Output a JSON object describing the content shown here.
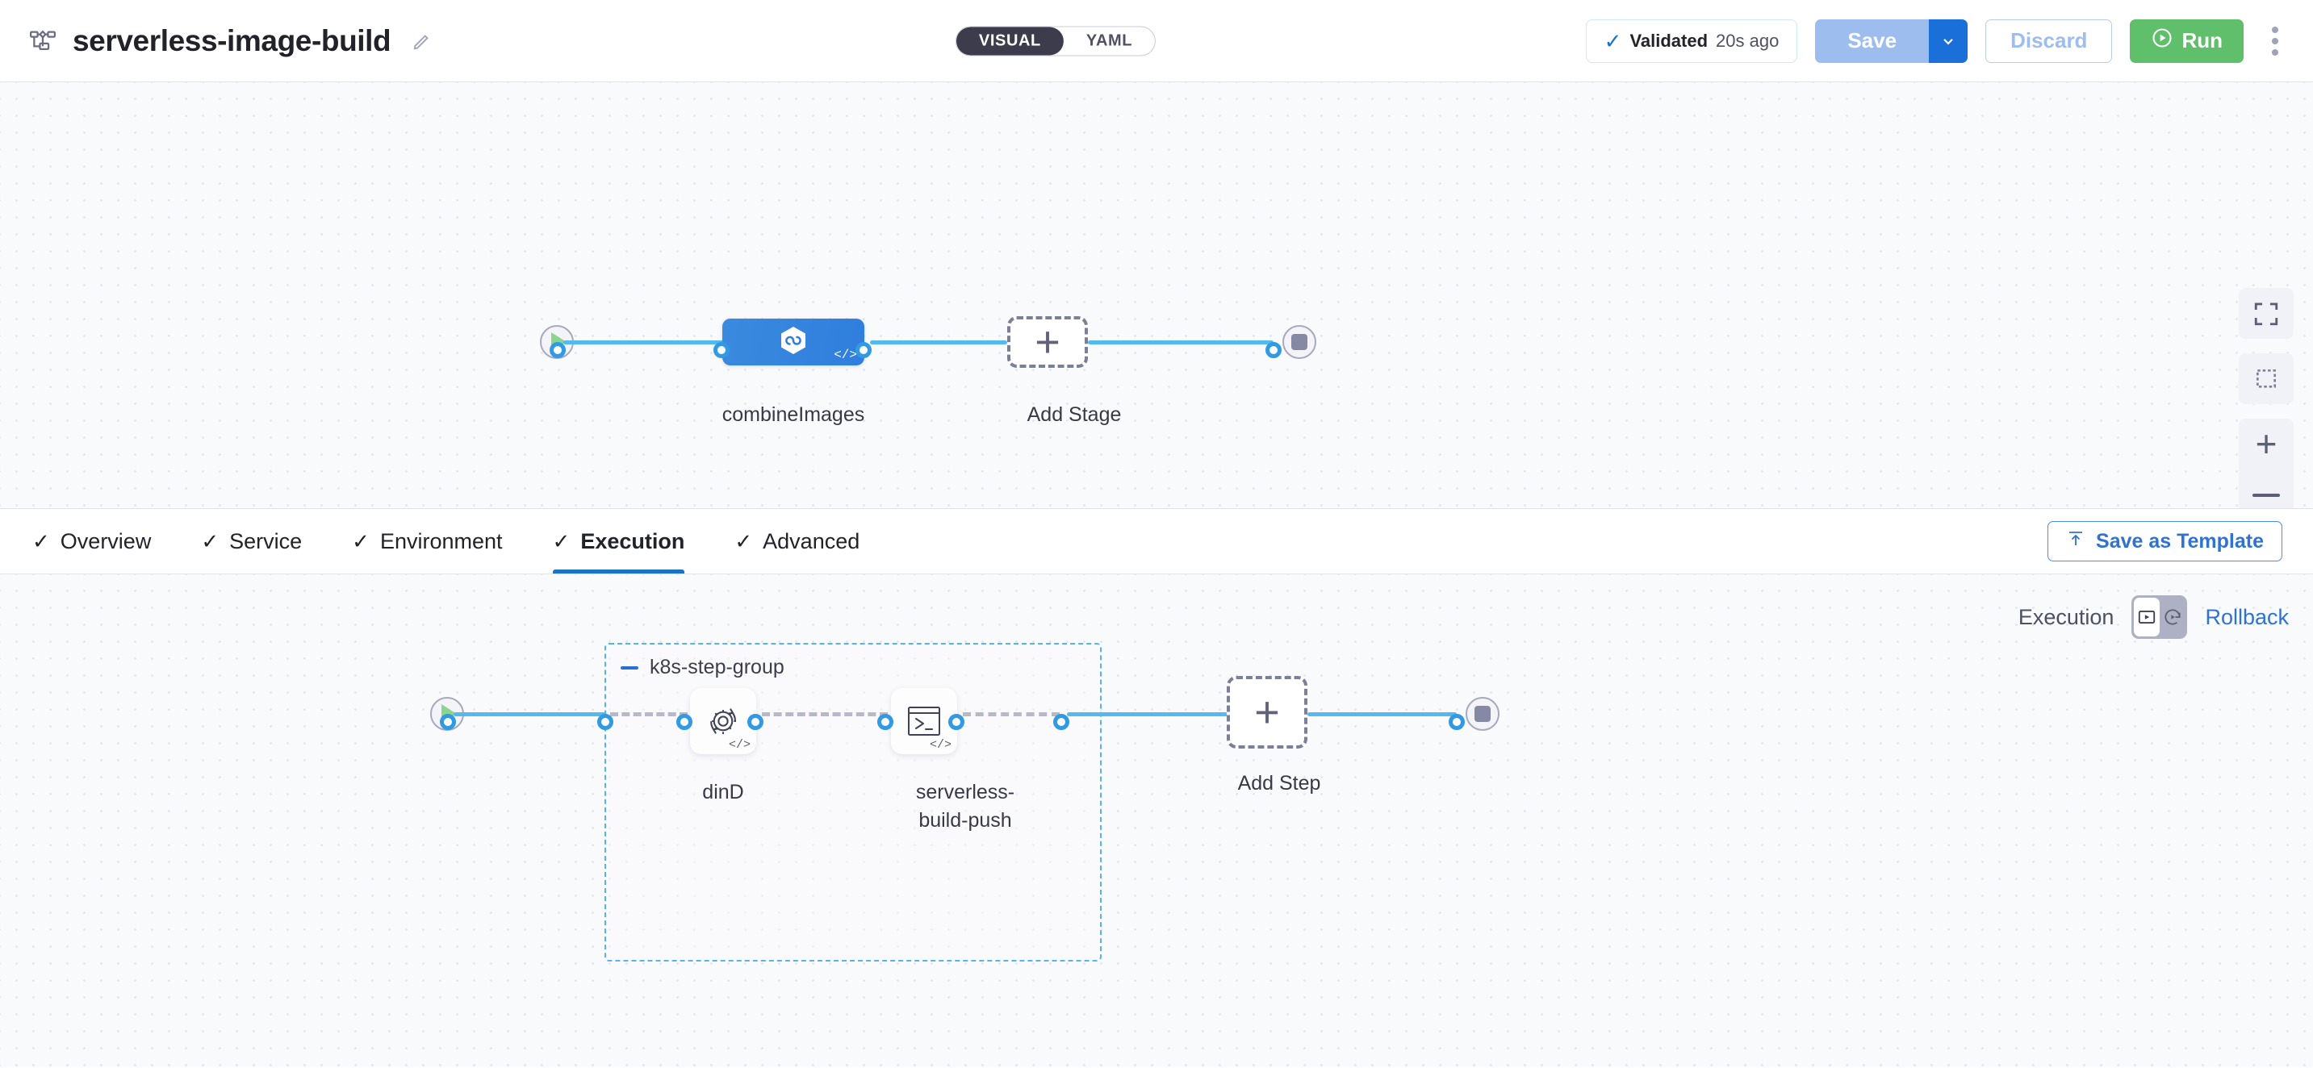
{
  "header": {
    "pipeline_icon": "pipeline-icon",
    "title": "serverless-image-build",
    "edit_icon": "pencil-icon",
    "mode_toggle": {
      "options": [
        "VISUAL",
        "YAML"
      ],
      "selected": "VISUAL"
    },
    "validated": {
      "icon": "check-icon",
      "label": "Validated",
      "time": "20s ago"
    },
    "save_label": "Save",
    "save_caret_icon": "chevron-down-icon",
    "discard_label": "Discard",
    "run_label": "Run",
    "run_icon": "play-circle-icon",
    "more_icon": "kebab-menu-icon",
    "colors": {
      "run_green": "#5fbf6a",
      "save_blue": "#9cbdee",
      "caret_blue": "#1b6fd8",
      "link_blue": "#2f72d2"
    }
  },
  "pipeline_canvas": {
    "start_node": {
      "name": "start-node",
      "icon": "play-icon"
    },
    "stage": {
      "label": "combineImages",
      "icon": "harness-ci-hexagon-icon",
      "badge": "</>"
    },
    "add_stage": {
      "label": "Add Stage",
      "icon": "plus-icon"
    },
    "end_node": {
      "name": "end-node",
      "icon": "stop-icon"
    },
    "controls": [
      {
        "name": "fit-to-screen-button",
        "icon": "fit-screen-icon"
      },
      {
        "name": "selection-box-button",
        "icon": "dashed-square-icon"
      },
      {
        "name": "zoom-in-button",
        "icon": "plus-icon"
      },
      {
        "name": "zoom-out-button",
        "icon": "minus-icon"
      }
    ]
  },
  "tabs": [
    {
      "label": "Overview",
      "check": "✓",
      "active": false
    },
    {
      "label": "Service",
      "check": "✓",
      "active": false
    },
    {
      "label": "Environment",
      "check": "✓",
      "active": false
    },
    {
      "label": "Execution",
      "check": "✓",
      "active": true
    },
    {
      "label": "Advanced",
      "check": "✓",
      "active": false
    }
  ],
  "save_as_template": {
    "label": "Save as Template",
    "icon": "template-upload-icon"
  },
  "execution_panel": {
    "execution_label": "Execution",
    "rollback_label": "Rollback",
    "toggle": {
      "execution_icon": "execution-view-icon",
      "rollback_icon": "rollback-view-icon",
      "selected": "execution"
    },
    "start_node": {
      "name": "start-node",
      "icon": "play-icon"
    },
    "step_group": {
      "title": "k8s-step-group",
      "collapse_icon": "minus-icon",
      "steps": [
        {
          "label": "dinD",
          "icon": "gear-rotate-icon",
          "badge": "</>"
        },
        {
          "label": "serverless-\nbuild-push",
          "label_line1": "serverless-",
          "label_line2": "build-push",
          "icon": "terminal-icon",
          "badge": "</>"
        }
      ]
    },
    "add_step": {
      "label": "Add Step",
      "icon": "plus-icon"
    },
    "end_node": {
      "name": "end-node",
      "icon": "stop-icon"
    }
  }
}
